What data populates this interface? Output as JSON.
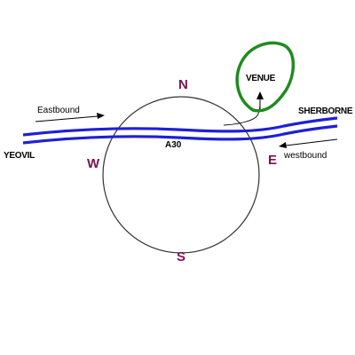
{
  "map": {
    "compass": {
      "north": "N",
      "south": "S",
      "east": "E",
      "west": "W",
      "color": "#7a1450"
    },
    "places": {
      "left_town": "YEOVIL",
      "right_town": "SHERBORNE",
      "venue": "VENUE"
    },
    "road": {
      "name": "A30",
      "color": "#1f1fd6"
    },
    "directions": {
      "eastbound": "Eastbound",
      "westbound": "westbound"
    },
    "venue_marker_color": "#1e8c1e",
    "text_color": "#000000",
    "circle_color": "#333333"
  }
}
